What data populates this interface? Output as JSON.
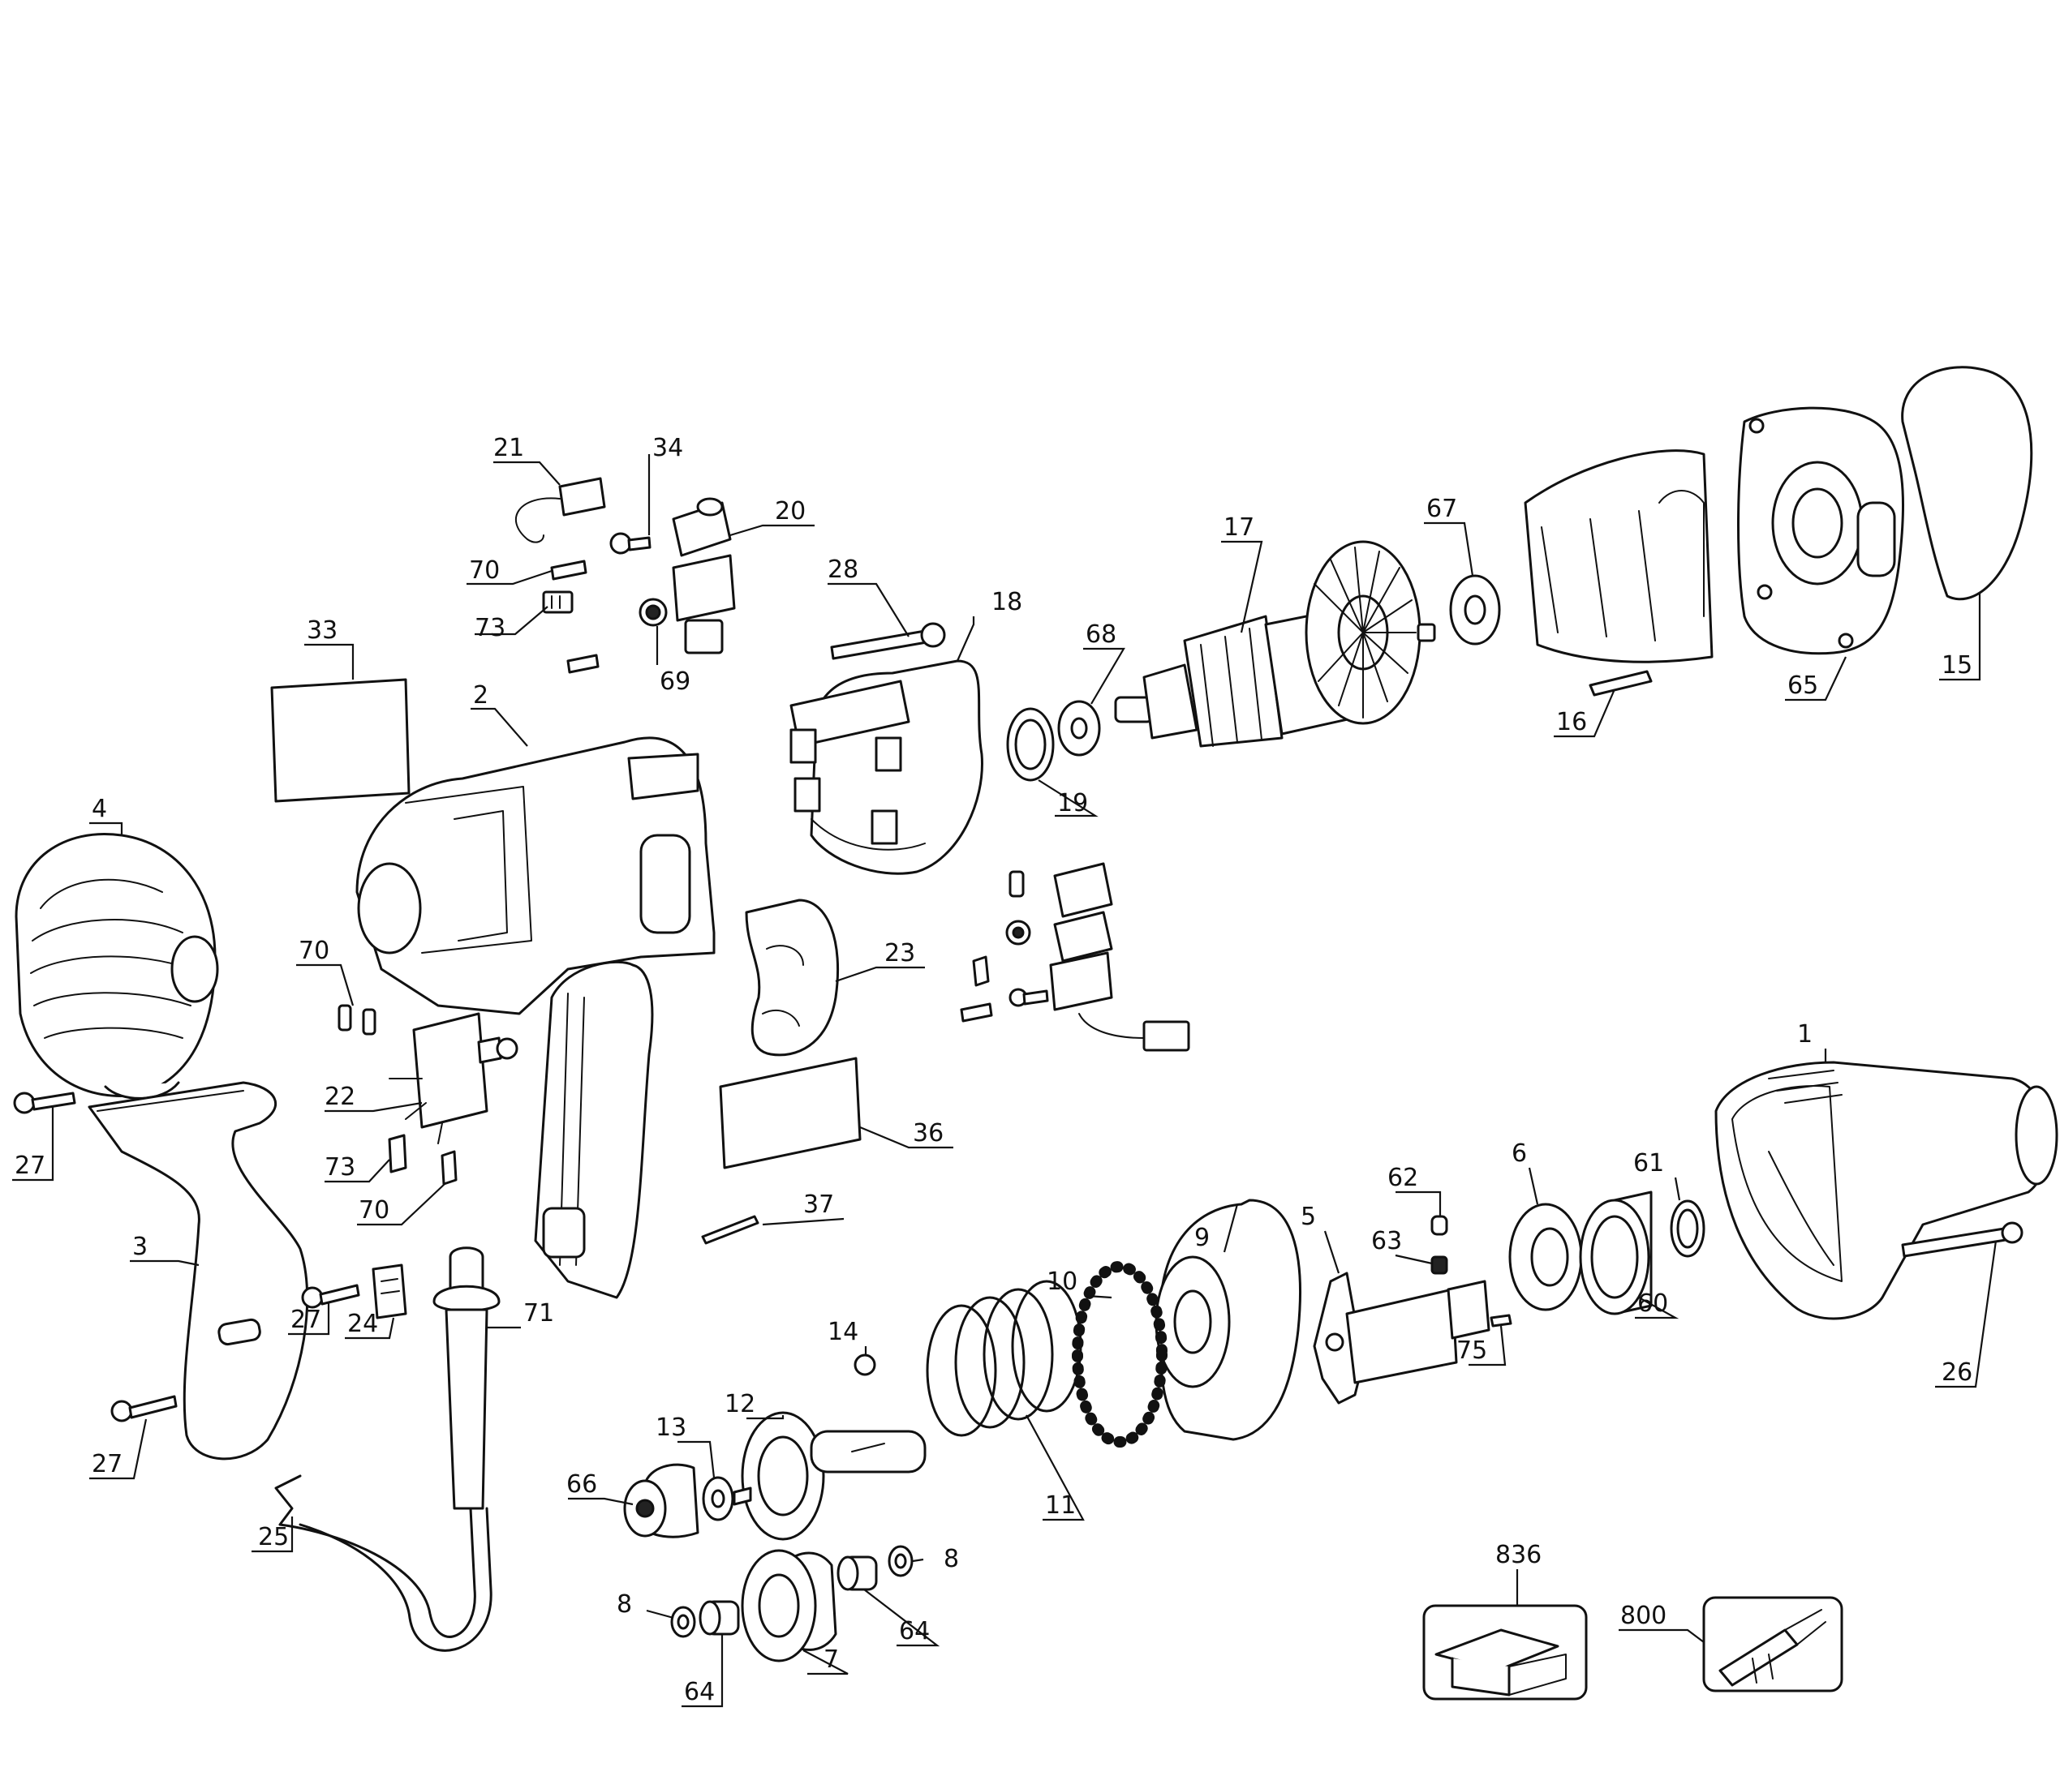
{
  "callouts": [
    {
      "id": "c21",
      "label": "21"
    },
    {
      "id": "c34",
      "label": "34"
    },
    {
      "id": "c20",
      "label": "20"
    },
    {
      "id": "c70a",
      "label": "70"
    },
    {
      "id": "c73a",
      "label": "73"
    },
    {
      "id": "c69",
      "label": "69"
    },
    {
      "id": "c33",
      "label": "33"
    },
    {
      "id": "c2",
      "label": "2"
    },
    {
      "id": "c28",
      "label": "28"
    },
    {
      "id": "c18",
      "label": "18"
    },
    {
      "id": "c17",
      "label": "17"
    },
    {
      "id": "c68",
      "label": "68"
    },
    {
      "id": "c67",
      "label": "67"
    },
    {
      "id": "c19",
      "label": "19"
    },
    {
      "id": "c16",
      "label": "16"
    },
    {
      "id": "c65",
      "label": "65"
    },
    {
      "id": "c15",
      "label": "15"
    },
    {
      "id": "c4",
      "label": "4"
    },
    {
      "id": "c70b",
      "label": "70"
    },
    {
      "id": "c23",
      "label": "23"
    },
    {
      "id": "c22",
      "label": "22"
    },
    {
      "id": "c27a",
      "label": "27"
    },
    {
      "id": "c73b",
      "label": "73"
    },
    {
      "id": "c36",
      "label": "36"
    },
    {
      "id": "c70c",
      "label": "70"
    },
    {
      "id": "c37",
      "label": "37"
    },
    {
      "id": "c1",
      "label": "1"
    },
    {
      "id": "c3",
      "label": "3"
    },
    {
      "id": "c62",
      "label": "62"
    },
    {
      "id": "c6",
      "label": "6"
    },
    {
      "id": "c61",
      "label": "61"
    },
    {
      "id": "c63",
      "label": "63"
    },
    {
      "id": "c5",
      "label": "5"
    },
    {
      "id": "c9",
      "label": "9"
    },
    {
      "id": "c10",
      "label": "10"
    },
    {
      "id": "c71",
      "label": "71"
    },
    {
      "id": "c27b",
      "label": "27"
    },
    {
      "id": "c24",
      "label": "24"
    },
    {
      "id": "c14",
      "label": "14"
    },
    {
      "id": "c75",
      "label": "75"
    },
    {
      "id": "c60",
      "label": "60"
    },
    {
      "id": "c26",
      "label": "26"
    },
    {
      "id": "c12",
      "label": "12"
    },
    {
      "id": "c27c",
      "label": "27"
    },
    {
      "id": "c13",
      "label": "13"
    },
    {
      "id": "c66",
      "label": "66"
    },
    {
      "id": "c11",
      "label": "11"
    },
    {
      "id": "c25",
      "label": "25"
    },
    {
      "id": "c8a",
      "label": "8"
    },
    {
      "id": "c8b",
      "label": "8"
    },
    {
      "id": "c64a",
      "label": "64"
    },
    {
      "id": "c64b",
      "label": "64"
    },
    {
      "id": "c7",
      "label": "7"
    },
    {
      "id": "c836",
      "label": "836"
    },
    {
      "id": "c800",
      "label": "800"
    }
  ]
}
